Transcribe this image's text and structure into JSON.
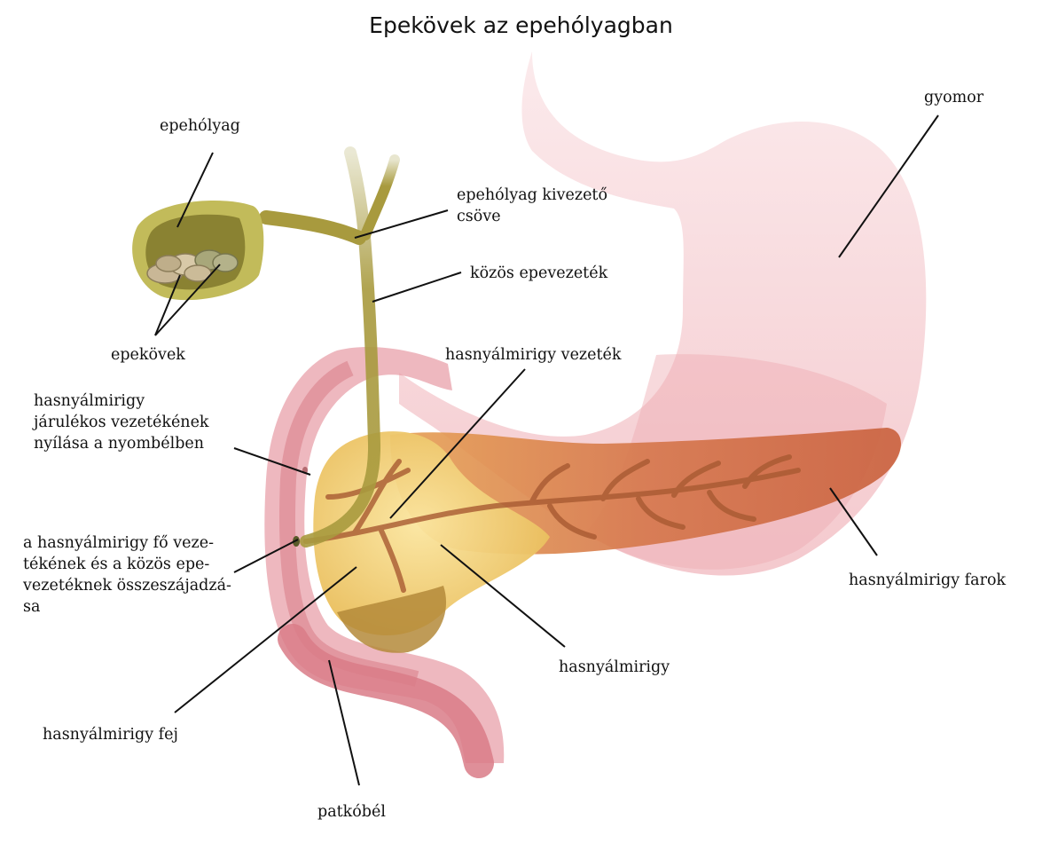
{
  "title": "Epekövek az epehólyagban",
  "labels": {
    "gallbladder": "epehólyag",
    "gallstones": "epekövek",
    "cystic_duct": [
      "epehólyag kivezető",
      "csöve"
    ],
    "common_bile_duct": "közös epevezeték",
    "stomach": "gyomor",
    "pancreatic_duct": "hasnyálmirigy vezeték",
    "accessory_duct": [
      "hasnyálmirigy",
      "járulékos vezetékének",
      "nyílása a nyombélben"
    ],
    "ampulla": [
      "a hasnyálmirigy fő veze-",
      "tékének és a közös epe-",
      "vezetéknek összeszájadzá-",
      "sa"
    ],
    "pancreas_tail": "hasnyálmirigy farok",
    "pancreas": "hasnyálmirigy",
    "pancreas_head": "hasnyálmirigy fej",
    "duodenum": "patkóbél"
  },
  "colors": {
    "stomach": "#f6cfd3",
    "duodenum": "#d97b87",
    "pancreas_head": "#f3d27a",
    "pancreas_body": "#d9784a",
    "gallbladder": "#c2bb5a",
    "bile_duct": "#a89a3e",
    "stones": "#c9b796"
  }
}
